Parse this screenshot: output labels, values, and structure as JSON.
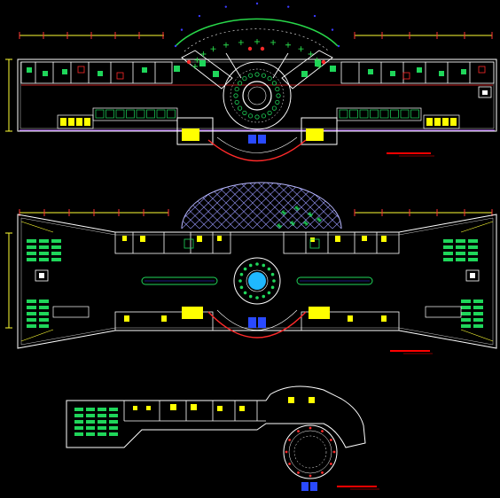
{
  "canvas": {
    "background": "#000000"
  },
  "palette": {
    "outline": "#ffffff",
    "wall_red": "#ff2a2a",
    "dimension": "#ffff33",
    "grid_blue": "#3a3aff",
    "dome_green": "#28d84a",
    "hatch_purple": "#9a9aff",
    "furniture_green": "#1fd65a",
    "cyan": "#22e0ff",
    "magenta": "#ff33ff",
    "fill_yellow": "#ffff00",
    "title_red": "#ff0000",
    "title_blue": "#3355ff"
  },
  "drawings": [
    {
      "id": "ground-floor-plan",
      "has_dome_arc": true,
      "has_round_court": true
    },
    {
      "id": "first-floor-plan",
      "has_hatched_dome": true,
      "has_pool": true
    },
    {
      "id": "partial-upper-floor-plan",
      "has_ring": true
    }
  ]
}
